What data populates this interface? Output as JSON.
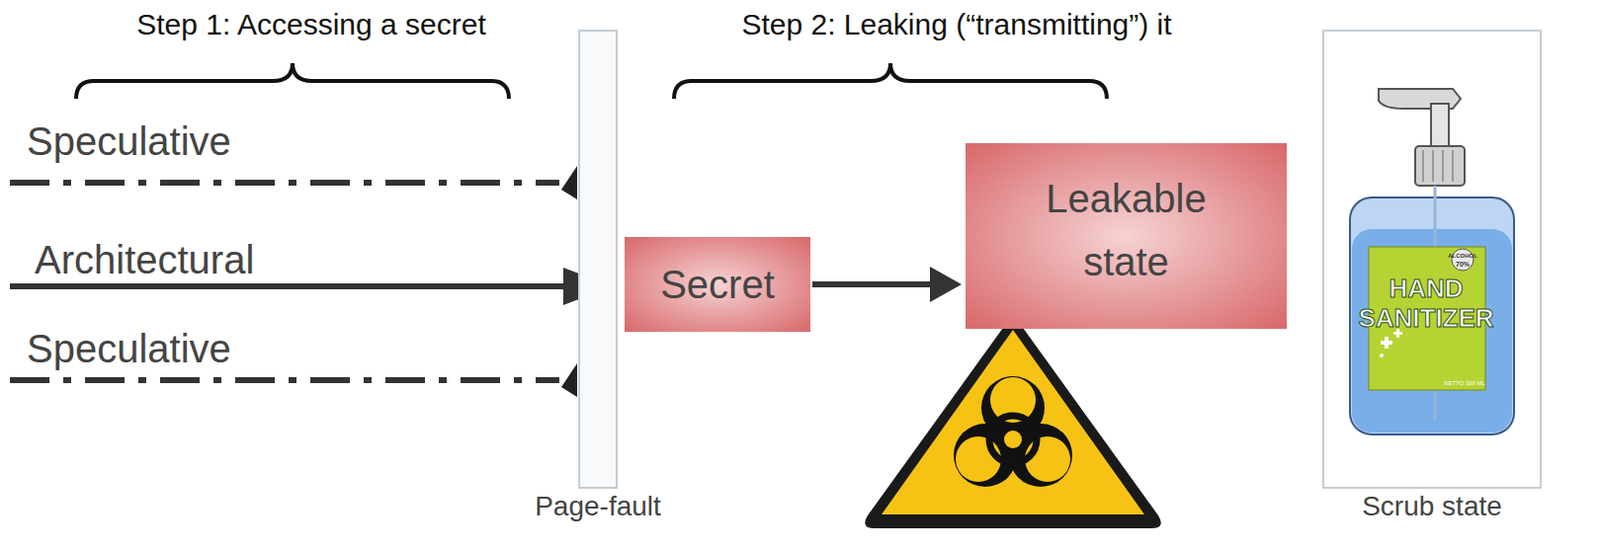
{
  "diagram": {
    "nodes": [
      {
        "text": [
          "Page-fault"
        ]
      },
      {
        "text": [
          "Secret"
        ]
      },
      {
        "text": [
          "Leakable state"
        ]
      },
      {
        "text": [
          "Scrub state"
        ]
      }
    ],
    "edges": [
      {
        "from": 1,
        "to": 2,
        "arrow": "to"
      }
    ],
    "labels": [
      "Step 1: Accessing a secret",
      "Step 2: Leaking (“transmitting”) it",
      "Speculative",
      "Architectural",
      "Speculative",
      "HAND",
      "SANITIZER",
      "ALCOHOL",
      "70%",
      "NETTO 300 ML"
    ]
  }
}
